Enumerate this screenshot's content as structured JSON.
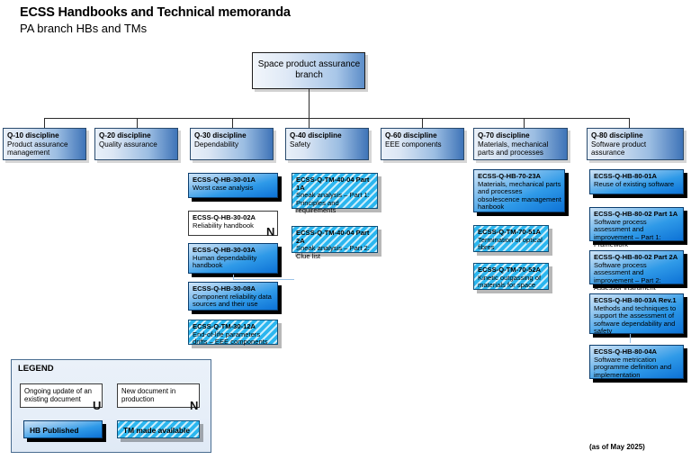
{
  "header": {
    "title": "ECSS Handbooks and Technical memoranda",
    "subtitle": "PA branch HBs and TMs",
    "as_of": "(as of May 2025)"
  },
  "root": {
    "label": "Space product\nassurance branch",
    "line1": "Space product",
    "line2": "assurance branch"
  },
  "colors": {
    "published_hb": "#1d8fe0",
    "tm_available": "#2bb6ef",
    "discipline": "#3f74b8",
    "border_dark": "#16324f",
    "connector": "#2b2b2b",
    "connector_light": "#9cc3e8"
  },
  "disciplines": [
    {
      "code": "Q-10 discipline",
      "name": "Product assurance management",
      "documents": []
    },
    {
      "code": "Q-20 discipline",
      "name": "Quality assurance",
      "documents": []
    },
    {
      "code": "Q-30 discipline",
      "name": "Dependability",
      "documents": [
        {
          "code": "ECSS-Q-HB-30-01A",
          "title": "Worst case analysis",
          "status": "published-hb",
          "badge": ""
        },
        {
          "code": "ECSS-Q-HB-30-02A",
          "title": "Reliability handbook",
          "status": "new-document",
          "badge": "N"
        },
        {
          "code": "ECSS-Q-HB-30-03A",
          "title": "Human dependability handbook",
          "status": "published-hb",
          "badge": ""
        },
        {
          "code": "ECSS-Q-HB-30-08A",
          "title": "Component reliability data sources and their use",
          "status": "published-hb",
          "badge": ""
        },
        {
          "code": "ECSS-Q-TM-30-12A",
          "title": "End-of-life parameters drifts – EEE components",
          "status": "tm-available",
          "badge": ""
        }
      ]
    },
    {
      "code": "Q-40 discipline",
      "name": "Safety",
      "documents": [
        {
          "code": "ECSS-Q-TM-40-04 Part 1A",
          "title": "Sneak analysis – Part 1: Principles and requirements",
          "status": "tm-available",
          "badge": ""
        },
        {
          "code": "ECSS-Q-TM-40-04 Part 2A",
          "title": "Sneak analysis – Part 2: Clue list",
          "status": "tm-available",
          "badge": ""
        }
      ]
    },
    {
      "code": "Q-60 discipline",
      "name": "EEE components",
      "documents": []
    },
    {
      "code": "Q-70 discipline",
      "name": "Materials, mechanical parts and processes",
      "documents": [
        {
          "code": "ECSS-Q-HB-70-23A",
          "title": "Materials, mechanical parts and processes obsolescence management hanbook",
          "status": "published-hb",
          "badge": ""
        },
        {
          "code": "ECSS-Q-TM-70-51A",
          "title": "Termination of optical fibres",
          "status": "tm-available",
          "badge": ""
        },
        {
          "code": "ECSS-Q-TM-70-52A",
          "title": "Kinetic outgassing of materials for space",
          "status": "tm-available",
          "badge": ""
        }
      ]
    },
    {
      "code": "Q-80 discipline",
      "name": "Software product assurance",
      "documents": [
        {
          "code": "ECSS-Q-HB-80-01A",
          "title": "Reuse of existing software",
          "status": "published-hb",
          "badge": ""
        },
        {
          "code": "ECSS-Q-HB-80-02 Part 1A",
          "title": "Software process assessment and improvement – Part 1: Framework",
          "status": "published-hb",
          "badge": ""
        },
        {
          "code": "ECSS-Q-HB-80-02 Part 2A",
          "title": "Software process assessment and improvement – Part 2: Assessor instrument",
          "status": "published-hb",
          "badge": ""
        },
        {
          "code": "ECSS-Q-HB-80-03A Rev.1",
          "title": "Methods and techniques to support the assessment of software dependability and safety",
          "status": "published-hb",
          "badge": ""
        },
        {
          "code": "ECSS-Q-HB-80-04A",
          "title": "Software metrication programme definition and implementation",
          "status": "published-hb",
          "badge": ""
        }
      ]
    }
  ],
  "legend": {
    "title": "LEGEND",
    "items": [
      {
        "label": "Ongoing update of an existing document",
        "badge": "U",
        "style": "white"
      },
      {
        "label": "New document in production",
        "badge": "N",
        "style": "white"
      },
      {
        "label": "HB Published",
        "badge": "",
        "style": "published-hb"
      },
      {
        "label": "TM made available",
        "badge": "",
        "style": "tm-available"
      }
    ]
  }
}
